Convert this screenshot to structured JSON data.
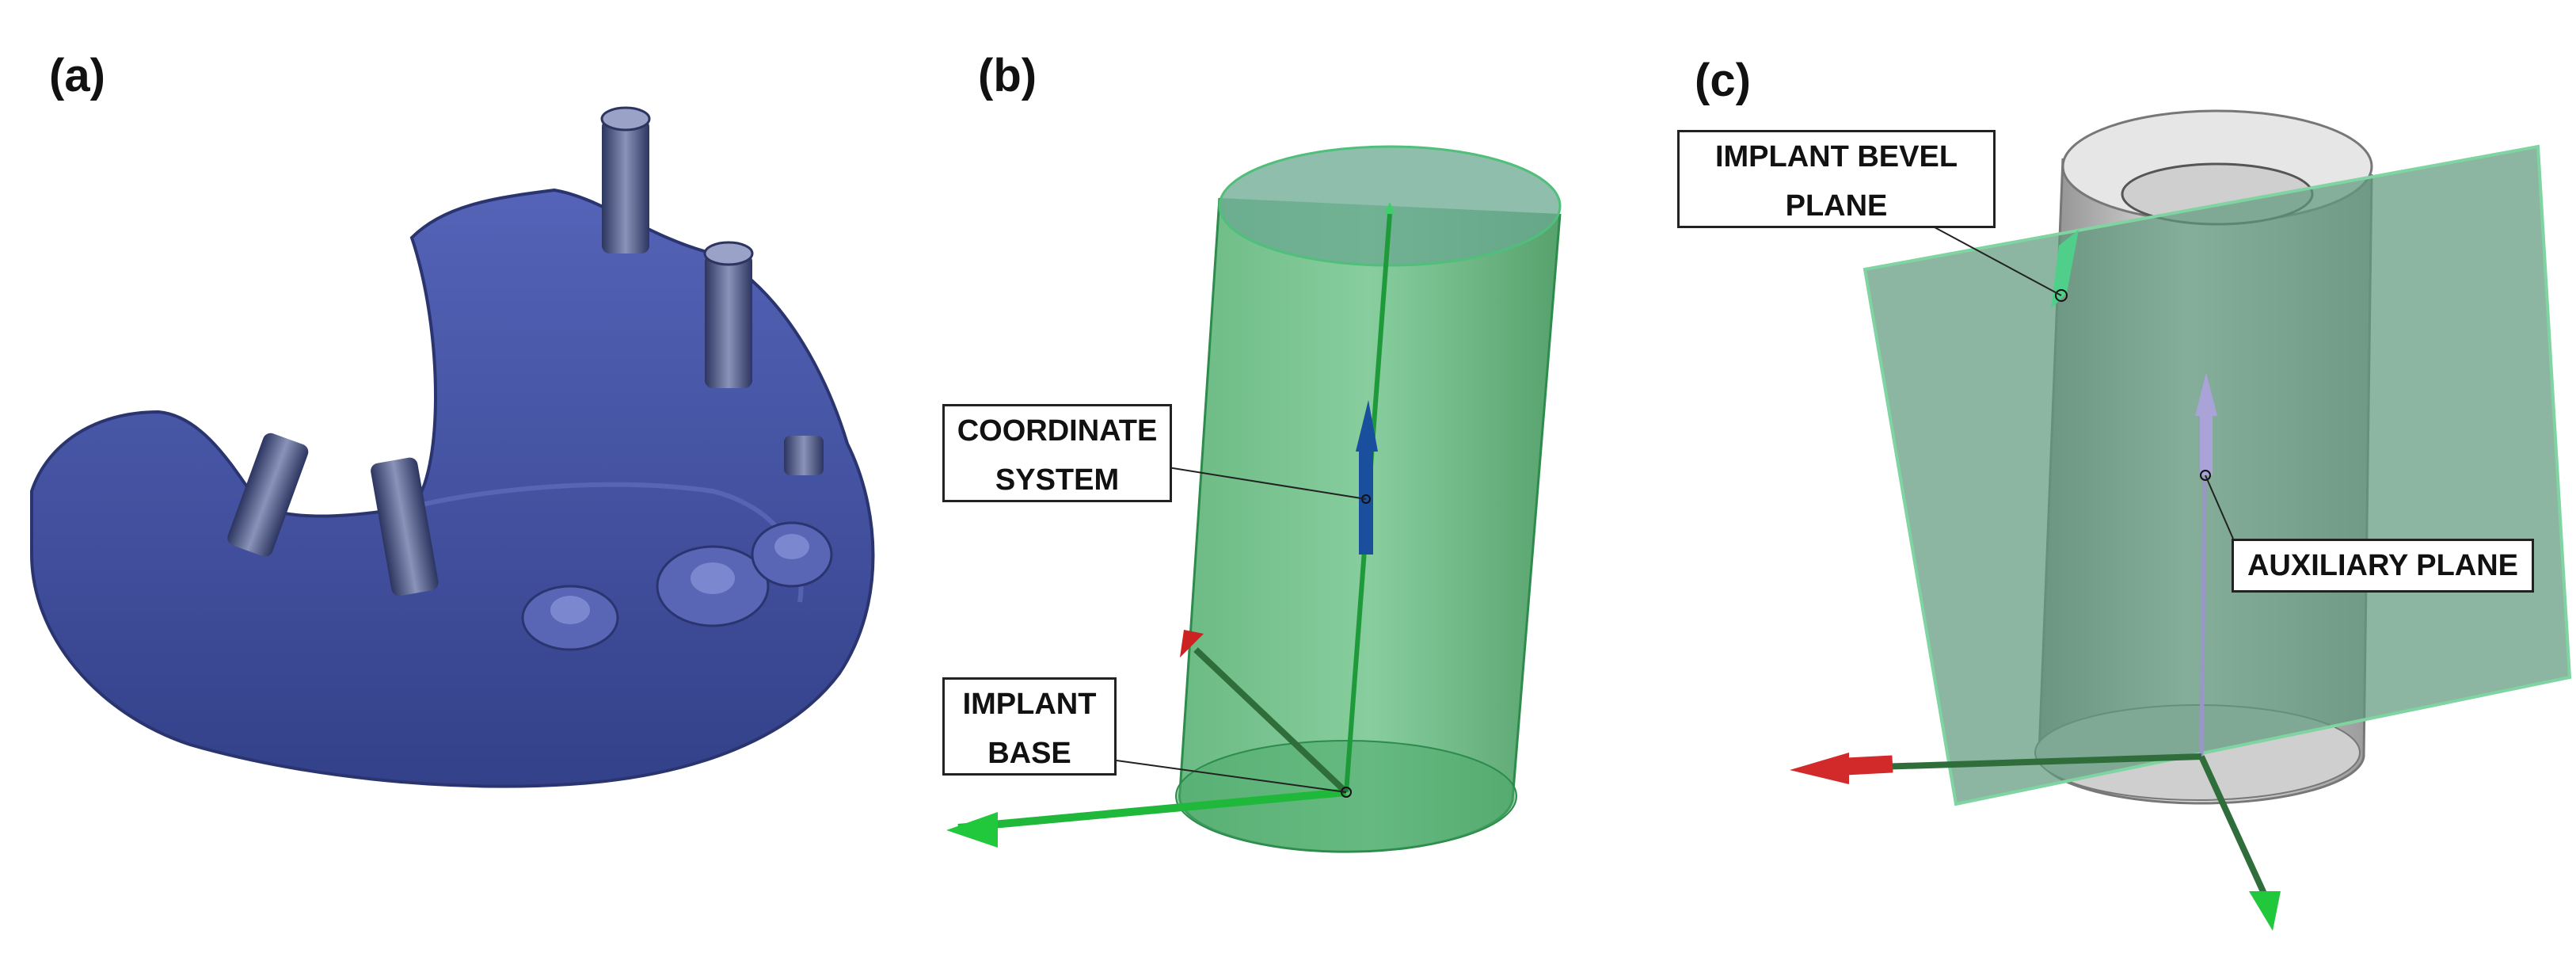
{
  "panels": [
    {
      "label": "(a)"
    },
    {
      "label": "(b)"
    },
    {
      "label": "(c)"
    }
  ],
  "callouts": {
    "coordinate_system": {
      "line1": "COORDINATE",
      "line2": "SYSTEM"
    },
    "implant_base": {
      "line1": "IMPLANT",
      "line2": "BASE"
    },
    "implant_bevel_plane": {
      "line1": "IMPLANT BEVEL",
      "line2": "PLANE"
    },
    "auxiliary_plane": {
      "line1": "AUXILIARY PLANE"
    }
  },
  "colors": {
    "jaw_model": "#3f4f9e",
    "implant_cylinder": "#2e9e4e",
    "axis_x": "#cc2222",
    "axis_y": "#22aa22",
    "axis_z": "#1a4f9e",
    "auxiliary_plane": "#5f9a7e",
    "gray_cylinder": "#bdbdbd"
  }
}
